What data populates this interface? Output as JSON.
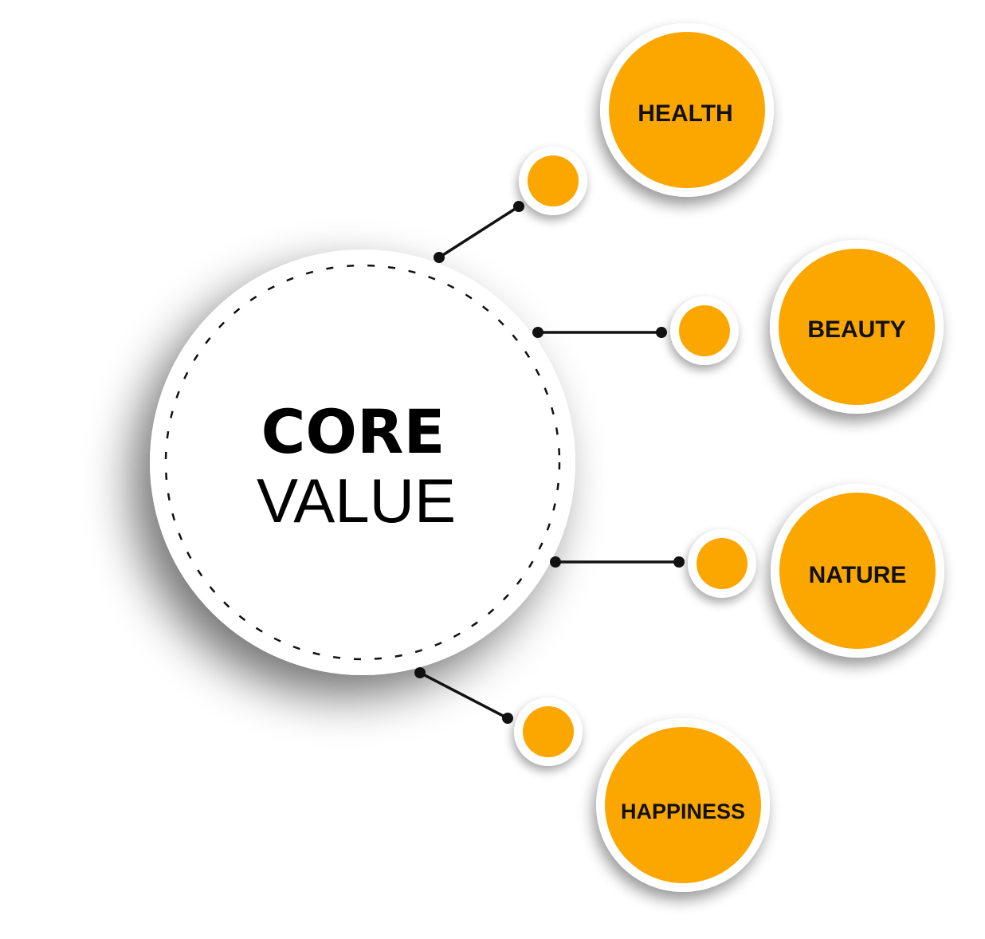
{
  "core": {
    "title_bold": "CORE",
    "title_light": "VALUE"
  },
  "topics": [
    {
      "label": "HEALTH"
    },
    {
      "label": "BEAUTY"
    },
    {
      "label": "NATURE"
    },
    {
      "label": "HAPPINESS"
    }
  ],
  "colors": {
    "accent": "#FBA700",
    "ring": "#FFFFFF",
    "connector": "#111111",
    "text": "#111111"
  }
}
